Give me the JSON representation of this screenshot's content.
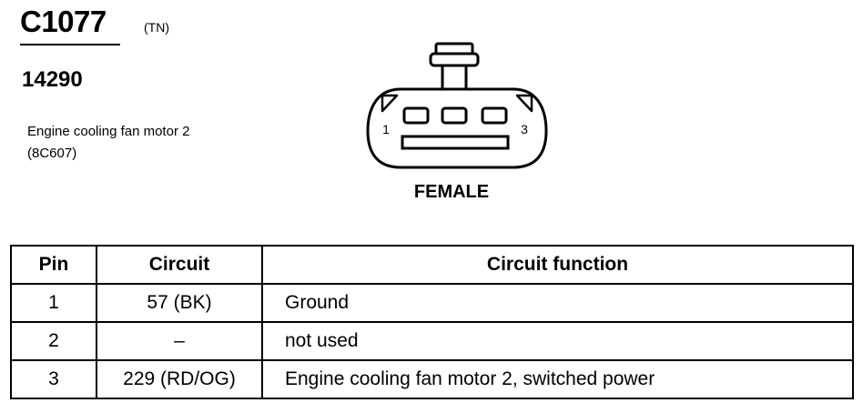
{
  "header": {
    "connector_id": "C1077",
    "color_code": "(TN)",
    "part_number": "14290",
    "description_line1": "Engine cooling fan motor 2",
    "description_line2": "(8C607)"
  },
  "connector_view": {
    "pin_left_label": "1",
    "pin_right_label": "3",
    "gender": "FEMALE"
  },
  "pin_table": {
    "columns": [
      "Pin",
      "Circuit",
      "Circuit function"
    ],
    "rows": [
      {
        "pin": "1",
        "circuit": "57 (BK)",
        "function": "Ground"
      },
      {
        "pin": "2",
        "circuit": "–",
        "function": "not used"
      },
      {
        "pin": "3",
        "circuit": "229 (RD/OG)",
        "function": "Engine cooling fan motor 2, switched power"
      }
    ]
  }
}
